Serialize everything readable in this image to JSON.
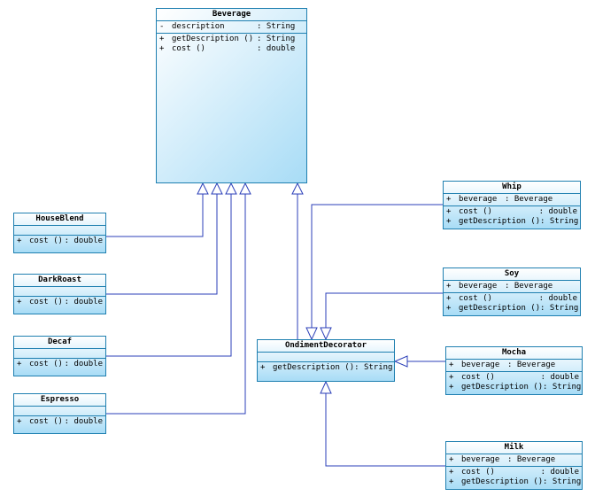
{
  "classes": {
    "beverage": {
      "name": "Beverage",
      "attrs": [
        {
          "vis": "-",
          "name": "description",
          "type": ": String"
        }
      ],
      "methods": [
        {
          "vis": "+",
          "name": "getDescription ()",
          "type": ": String"
        },
        {
          "vis": "+",
          "name": "cost ()",
          "type": ": double"
        }
      ]
    },
    "houseblend": {
      "name": "HouseBlend",
      "methods": [
        {
          "vis": "+",
          "name": "cost ()",
          "type": ": double"
        }
      ]
    },
    "darkroast": {
      "name": "DarkRoast",
      "methods": [
        {
          "vis": "+",
          "name": "cost ()",
          "type": ": double"
        }
      ]
    },
    "decaf": {
      "name": "Decaf",
      "methods": [
        {
          "vis": "+",
          "name": "cost ()",
          "type": ": double"
        }
      ]
    },
    "espresso": {
      "name": "Espresso",
      "methods": [
        {
          "vis": "+",
          "name": "cost ()",
          "type": ": double"
        }
      ]
    },
    "decorator": {
      "name": "OndimentDecorator",
      "methods": [
        {
          "vis": "+",
          "name": "getDescription ()",
          "type": ": String"
        }
      ]
    },
    "whip": {
      "name": "Whip",
      "attrs": [
        {
          "vis": "+",
          "name": "beverage",
          "type": ": Beverage"
        }
      ],
      "methods": [
        {
          "vis": "+",
          "name": "cost ()",
          "type": ": double"
        },
        {
          "vis": "+",
          "name": "getDescription ()",
          "type": ": String"
        }
      ]
    },
    "soy": {
      "name": "Soy",
      "attrs": [
        {
          "vis": "+",
          "name": "beverage",
          "type": ": Beverage"
        }
      ],
      "methods": [
        {
          "vis": "+",
          "name": "cost ()",
          "type": ": double"
        },
        {
          "vis": "+",
          "name": "getDescription ()",
          "type": ": String"
        }
      ]
    },
    "mocha": {
      "name": "Mocha",
      "attrs": [
        {
          "vis": "+",
          "name": "beverage",
          "type": ": Beverage"
        }
      ],
      "methods": [
        {
          "vis": "+",
          "name": "cost ()",
          "type": ": double"
        },
        {
          "vis": "+",
          "name": "getDescription ()",
          "type": ": String"
        }
      ]
    },
    "milk": {
      "name": "Milk",
      "attrs": [
        {
          "vis": "+",
          "name": "beverage",
          "type": ": Beverage"
        }
      ],
      "methods": [
        {
          "vis": "+",
          "name": "cost ()",
          "type": ": double"
        },
        {
          "vis": "+",
          "name": "getDescription ()",
          "type": ": String"
        }
      ]
    }
  },
  "colors": {
    "class_border": "#1e7fb0",
    "class_fill_top": "#ffffff",
    "class_fill_bottom": "#a8dcf6",
    "line": "#2b3fb8"
  }
}
